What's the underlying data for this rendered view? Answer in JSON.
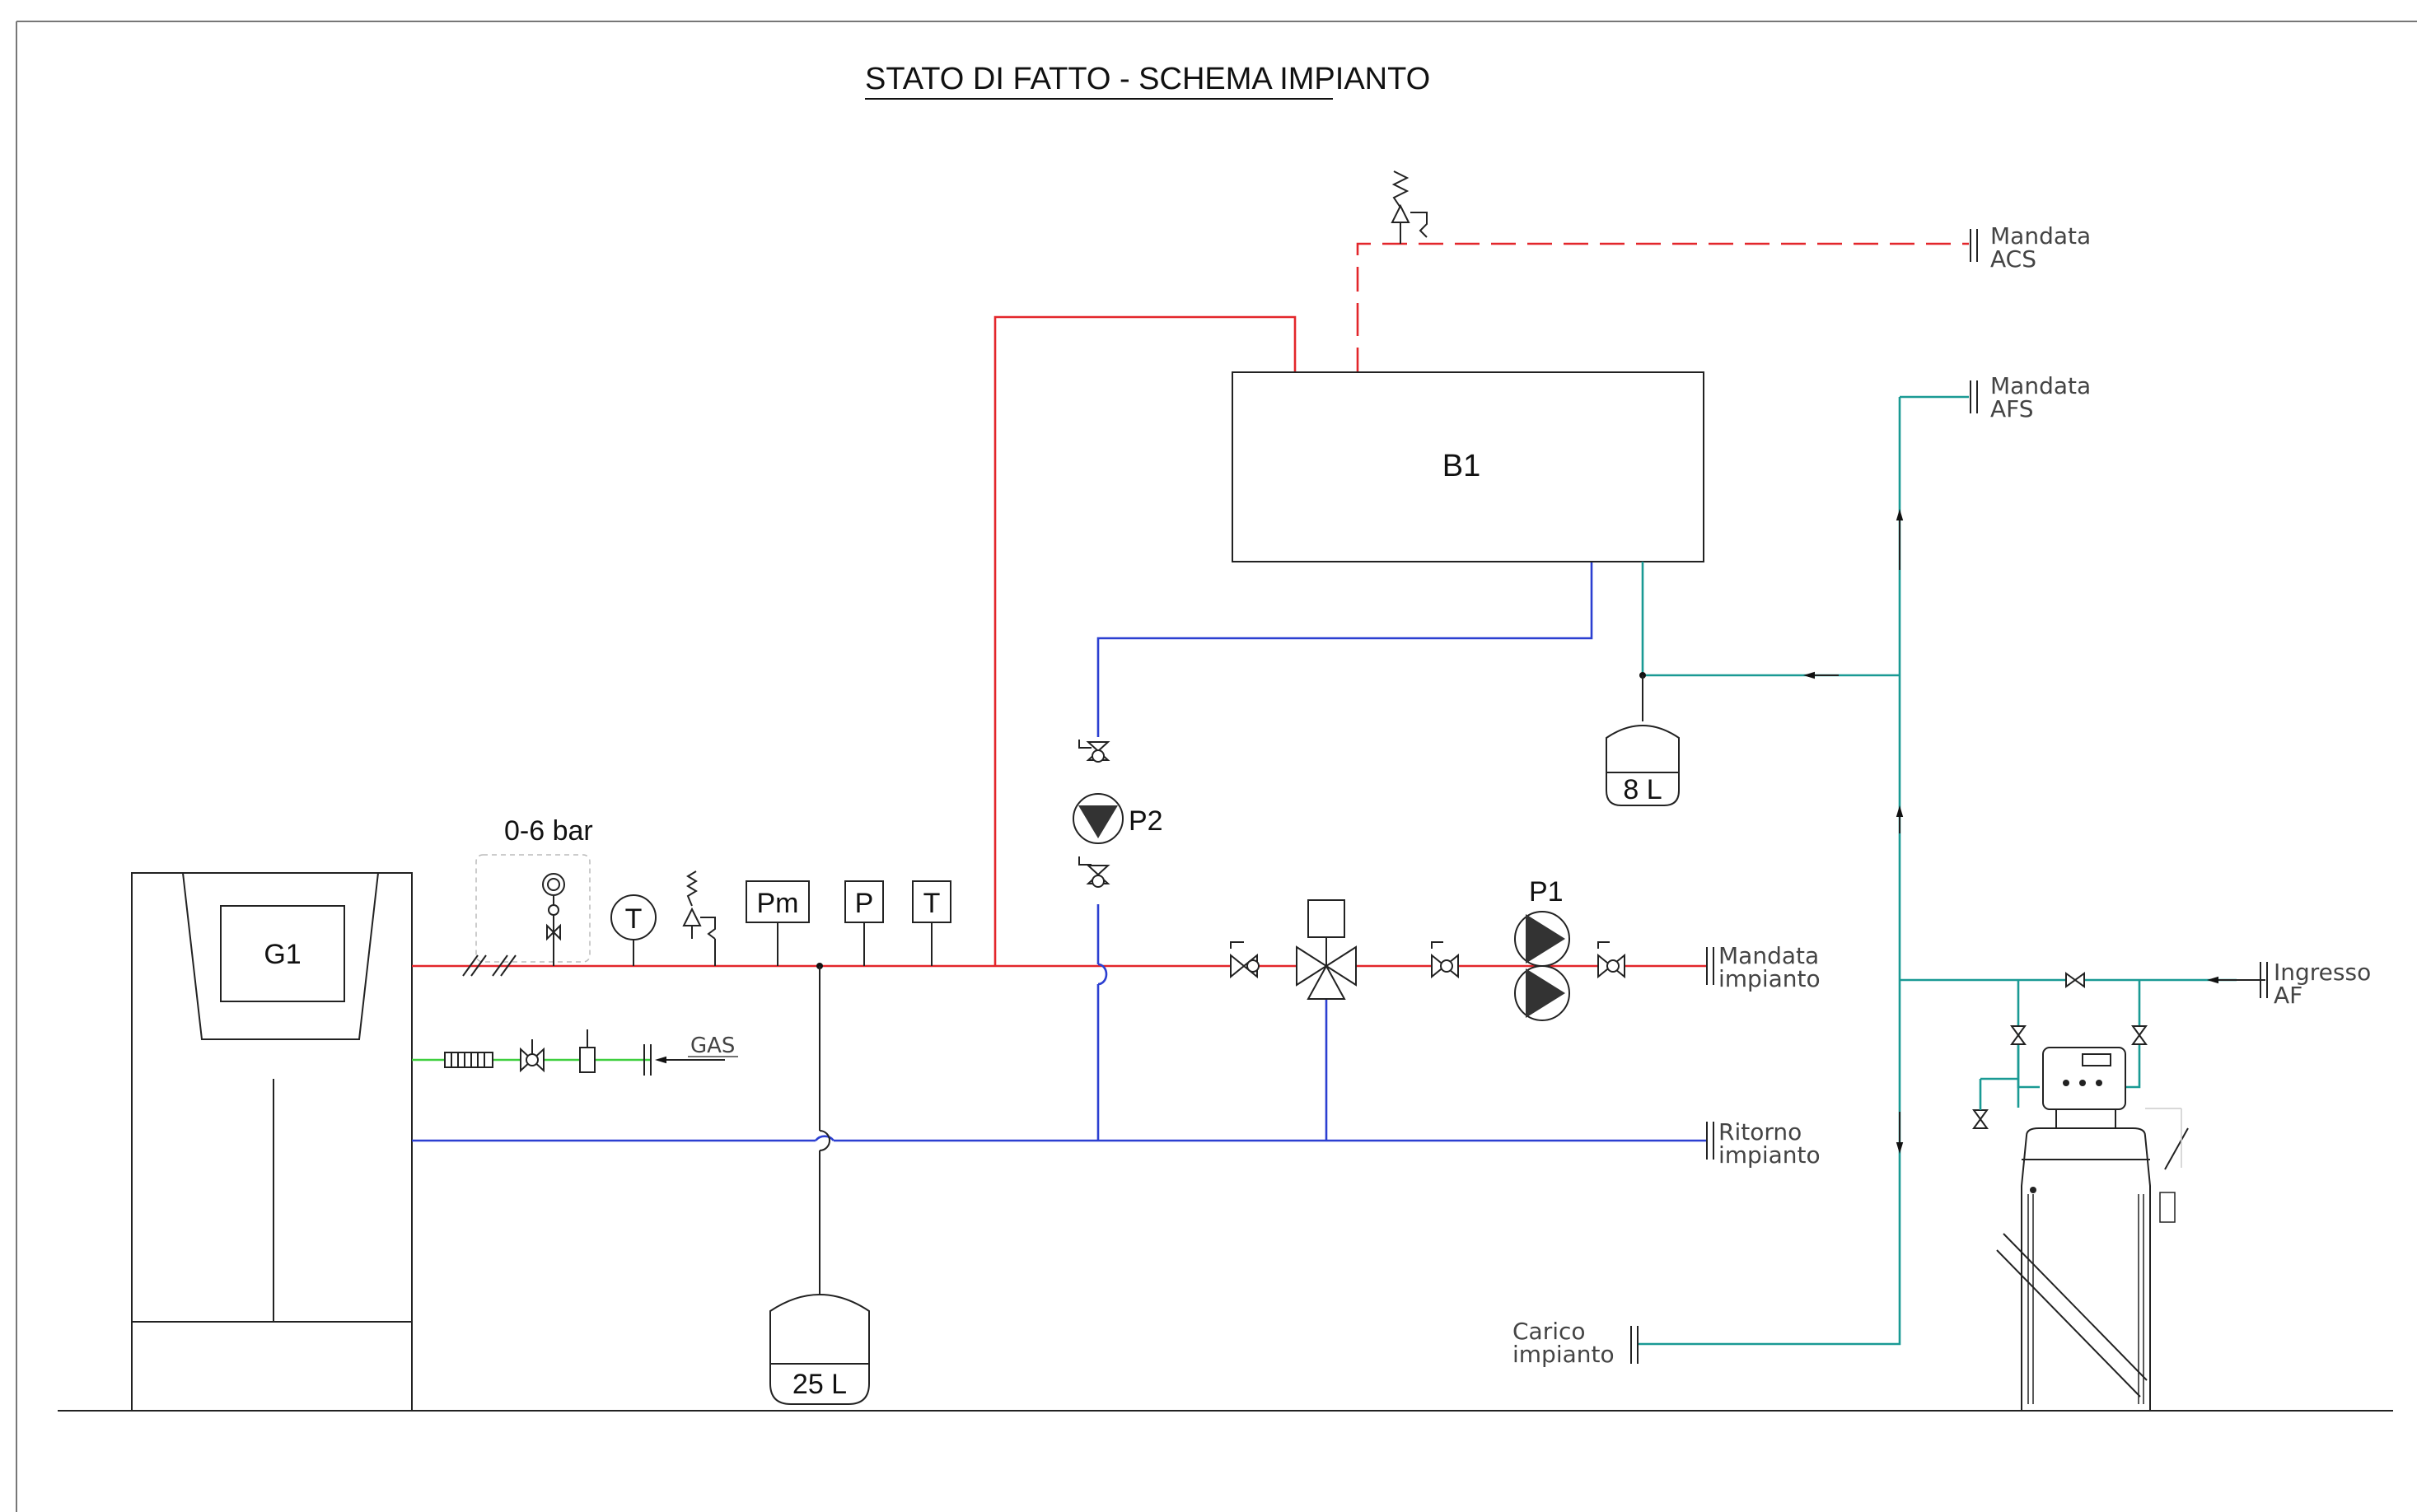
{
  "title": "STATO DI FATTO - SCHEMA IMPIANTO",
  "labels": {
    "boiler": "G1",
    "tank": "B1",
    "pump1": "P1",
    "pump2": "P2",
    "pressure_range": "0-6 bar",
    "gauge_t": "T",
    "gauge_pm": "Pm",
    "gauge_p": "P",
    "gauge_t2": "T",
    "vessel_large": "25 L",
    "vessel_small": "8 L",
    "gas": "GAS"
  },
  "connections": {
    "mandata_acs_1": "Mandata",
    "mandata_acs_2": "ACS",
    "mandata_afs_1": "Mandata",
    "mandata_afs_2": "AFS",
    "mandata_impianto_1": "Mandata",
    "mandata_impianto_2": "impianto",
    "ritorno_impianto_1": "Ritorno",
    "ritorno_impianto_2": "impianto",
    "ingresso_af_1": "Ingresso",
    "ingresso_af_2": "AF",
    "carico_impianto_1": "Carico",
    "carico_impianto_2": "impianto"
  },
  "colors": {
    "hot_supply": "#e3262b",
    "return": "#2b3fd1",
    "cold_water": "#1a9a94",
    "gas": "#3ecf3e",
    "outline": "#222222"
  }
}
